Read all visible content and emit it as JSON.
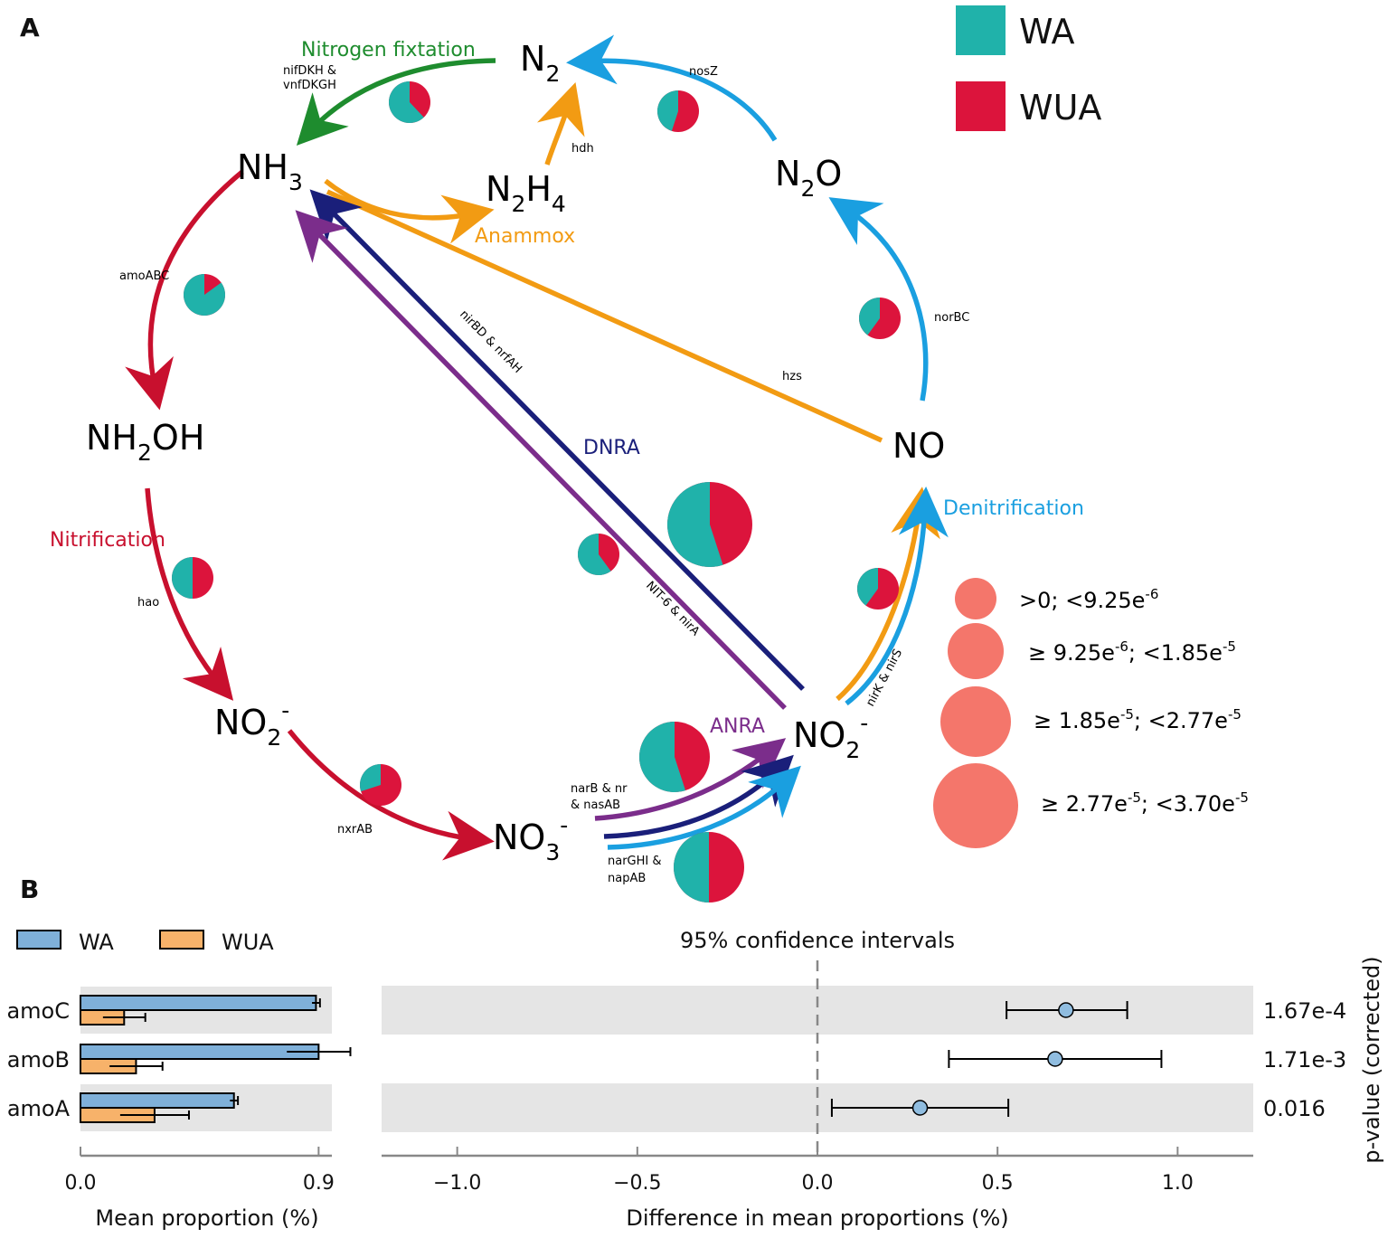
{
  "panels": {
    "a": "A",
    "b": "B"
  },
  "molecules": {
    "n2": {
      "base": "N",
      "sub": "2"
    },
    "nh3": {
      "base": "NH",
      "sub": "3"
    },
    "n2h4": {
      "p1": "N",
      "s1": "2",
      "p2": "H",
      "s2": "4"
    },
    "n2o": {
      "p1": "N",
      "s1": "2",
      "p2": "O"
    },
    "nh2oh": {
      "p1": "NH",
      "s1": "2",
      "p2": "OH"
    },
    "no": "NO",
    "no2_left": {
      "base": "NO",
      "sub": "2",
      "sup": "-"
    },
    "no2_right": {
      "base": "NO",
      "sub": "2",
      "sup": "-"
    },
    "no3": {
      "base": "NO",
      "sub": "3",
      "sup": "-"
    }
  },
  "pathways": {
    "nitrogen_fixation": "Nitrogen fixtation",
    "anammox": "Anammox",
    "nitrification": "Nitrification",
    "dnra": "DNRA",
    "anra": "ANRA",
    "denitrification": "Denitrification"
  },
  "genes": {
    "nif_line1": "nifDKH &",
    "nif_line2": "vnfDKGH",
    "nosz": "nosZ",
    "hdh": "hdh",
    "amoabc": "amoABC",
    "norbc": "norBC",
    "hzs": "hzs",
    "nirbd": "nirBD & nrfAH",
    "nit6": "NIT-6 & nirA",
    "hao": "hao",
    "nirks": "nirK & nirS",
    "nxrab": "nxrAB",
    "narb_line1": "narB & nr",
    "narb_line2": "& nasAB",
    "narghi_line1": "narGHI &",
    "narghi_line2": "napAB"
  },
  "colors": {
    "wa": "#20b2aa",
    "wua": "#dc143c",
    "fixation": "#1e8c2e",
    "denitrification": "#1a9fe0",
    "anammox": "#f29b13",
    "nitrification": "#c8102e",
    "dnra": "#1a1f7a",
    "anra": "#7b2d8b",
    "size_marker": "#f4766b",
    "bar_wa": "#7fb0d9",
    "bar_wua": "#f7b26a",
    "ci_point": "#90bde0",
    "row_shade": "#e5e5e5"
  },
  "legend_a": {
    "wa": "WA",
    "wua": "WUA"
  },
  "pies": [
    {
      "id": "nitrogen-fixation",
      "wa_fraction": 0.62
    },
    {
      "id": "nosz",
      "wa_fraction": 0.45
    },
    {
      "id": "amoabc",
      "wa_fraction": 0.85
    },
    {
      "id": "norbc",
      "wa_fraction": 0.4
    },
    {
      "id": "hao",
      "wa_fraction": 0.5
    },
    {
      "id": "nit6",
      "wa_fraction": 0.6
    },
    {
      "id": "dnra-large",
      "wa_fraction": 0.55
    },
    {
      "id": "nirks",
      "wa_fraction": 0.4
    },
    {
      "id": "nxrab",
      "wa_fraction": 0.3
    },
    {
      "id": "anra",
      "wa_fraction": 0.55
    },
    {
      "id": "narghi",
      "wa_fraction": 0.5
    }
  ],
  "size_legend": [
    {
      "rel": ">0; <9.25e",
      "exp": "-6",
      "tail": ""
    },
    {
      "rel": "≥ 9.25e",
      "exp": "-6",
      "tail": "; <1.85e",
      "exp2": "-5"
    },
    {
      "rel": "≥ 1.85e",
      "exp": "-5",
      "tail": "; <2.77e",
      "exp2": "-5"
    },
    {
      "rel": "≥ 2.77e",
      "exp": "-5",
      "tail": "; <3.70e",
      "exp2": "-5"
    }
  ],
  "legend_b": {
    "wa": "WA",
    "wua": "WUA"
  },
  "chart_data": [
    {
      "type": "bar",
      "orientation": "horizontal",
      "categories": [
        "amoC",
        "amoB",
        "amoA"
      ],
      "series": [
        {
          "name": "WA",
          "values": [
            0.89,
            0.9,
            0.58
          ],
          "error": [
            0.015,
            0.12,
            0.015
          ]
        },
        {
          "name": "WUA",
          "values": [
            0.165,
            0.21,
            0.28
          ],
          "error": [
            0.08,
            0.1,
            0.13
          ]
        }
      ],
      "xlabel": "Mean proportion (%)",
      "xlim": [
        0,
        0.95
      ],
      "xticks": [
        "0.0",
        "0.9"
      ]
    },
    {
      "type": "scatter",
      "title": "95% confidence intervals",
      "categories": [
        "amoC",
        "amoB",
        "amoA"
      ],
      "values": [
        0.69,
        0.66,
        0.285
      ],
      "ci_low": [
        0.525,
        0.365,
        0.04
      ],
      "ci_high": [
        0.86,
        0.955,
        0.53
      ],
      "p_values": [
        "1.67e-4",
        "1.71e-3",
        "0.016"
      ],
      "xlabel": "Difference in mean proportions (%)",
      "ylabel": "p-value (corrected)",
      "xlim": [
        -1.21,
        1.21
      ],
      "xticks": [
        "−1.0",
        "−0.5",
        "0.0",
        "0.5",
        "1.0"
      ],
      "reference_line": 0.0
    }
  ]
}
